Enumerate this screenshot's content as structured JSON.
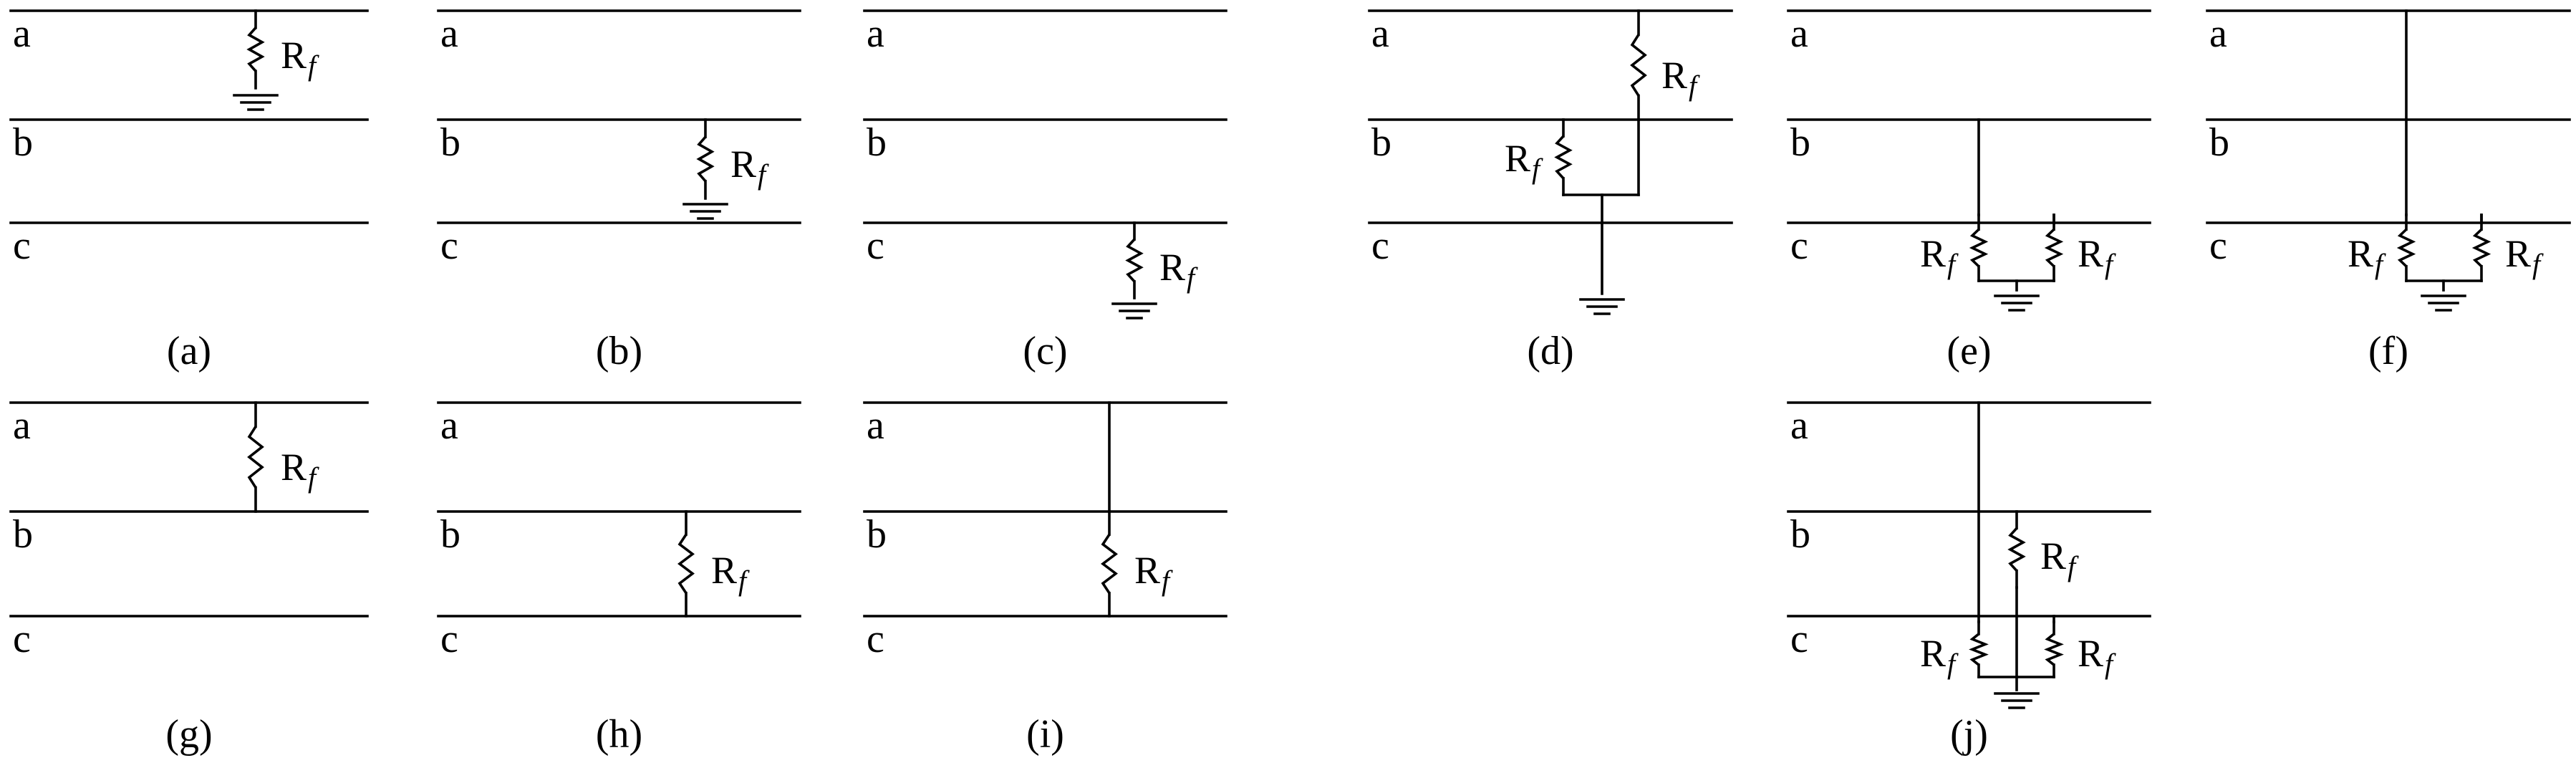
{
  "diagrams": [
    {
      "id": "a",
      "caption": "(a)",
      "phases": [
        "a",
        "b",
        "c"
      ],
      "resistor": "R",
      "resistor_sub": "f"
    },
    {
      "id": "b",
      "caption": "(b)",
      "phases": [
        "a",
        "b",
        "c"
      ],
      "resistor": "R",
      "resistor_sub": "f"
    },
    {
      "id": "c",
      "caption": "(c)",
      "phases": [
        "a",
        "b",
        "c"
      ],
      "resistor": "R",
      "resistor_sub": "f"
    },
    {
      "id": "d",
      "caption": "(d)",
      "phases": [
        "a",
        "b",
        "c"
      ],
      "resistor": "R",
      "resistor_sub": "f"
    },
    {
      "id": "e",
      "caption": "(e)",
      "phases": [
        "a",
        "b",
        "c"
      ],
      "resistor": "R",
      "resistor_sub": "f"
    },
    {
      "id": "f",
      "caption": "(f)",
      "phases": [
        "a",
        "b",
        "c"
      ],
      "resistor": "R",
      "resistor_sub": "f"
    },
    {
      "id": "g",
      "caption": "(g)",
      "phases": [
        "a",
        "b",
        "c"
      ],
      "resistor": "R",
      "resistor_sub": "f"
    },
    {
      "id": "h",
      "caption": "(h)",
      "phases": [
        "a",
        "b",
        "c"
      ],
      "resistor": "R",
      "resistor_sub": "f"
    },
    {
      "id": "i",
      "caption": "(i)",
      "phases": [
        "a",
        "b",
        "c"
      ],
      "resistor": "R",
      "resistor_sub": "f"
    },
    {
      "id": "j",
      "caption": "(j)",
      "phases": [
        "a",
        "b",
        "c"
      ],
      "resistor": "R",
      "resistor_sub": "f"
    }
  ],
  "colors": {
    "line": "#000000",
    "background": "#ffffff"
  }
}
